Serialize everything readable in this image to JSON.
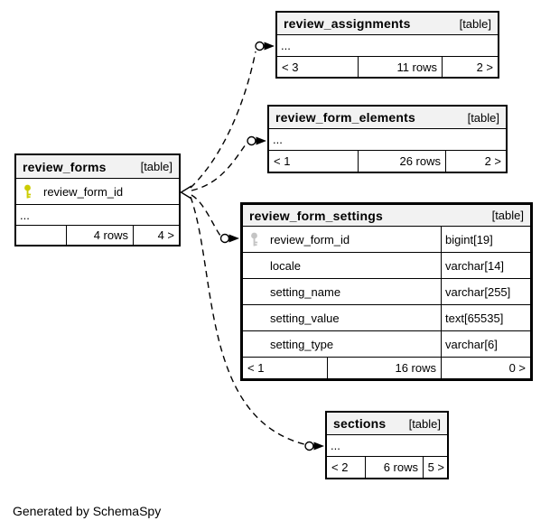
{
  "page": {
    "footer_note": "Generated by SchemaSpy"
  },
  "colors": {
    "background": "#ffffff",
    "border": "#000000",
    "header_bg": "#f2f2f2",
    "pk_key": "#cccc00",
    "fk_key": "#c4c4c4"
  },
  "icons": {
    "primary_key_icon": "key",
    "foreign_key_icon": "key"
  },
  "tables": {
    "review_assignments": {
      "name": "review_assignments",
      "kind": "[table]",
      "collapsed_columns": "...",
      "footer": {
        "parents": "< 3",
        "rows": "11 rows",
        "children": "2 >"
      }
    },
    "review_form_elements": {
      "name": "review_form_elements",
      "kind": "[table]",
      "collapsed_columns": "...",
      "footer": {
        "parents": "< 1",
        "rows": "26 rows",
        "children": "2 >"
      }
    },
    "review_forms": {
      "name": "review_forms",
      "kind": "[table]",
      "primary_key": "review_form_id",
      "collapsed_columns": "...",
      "footer": {
        "parents": "",
        "rows": "4 rows",
        "children": "4 >"
      }
    },
    "review_form_settings": {
      "name": "review_form_settings",
      "kind": "[table]",
      "columns": [
        {
          "name": "review_form_id",
          "type": "bigint[19]",
          "key": "primary"
        },
        {
          "name": "locale",
          "type": "varchar[14]",
          "key": ""
        },
        {
          "name": "setting_name",
          "type": "varchar[255]",
          "key": ""
        },
        {
          "name": "setting_value",
          "type": "text[65535]",
          "key": ""
        },
        {
          "name": "setting_type",
          "type": "varchar[6]",
          "key": ""
        }
      ],
      "footer": {
        "parents": "< 1",
        "rows": "16 rows",
        "children": "0 >"
      }
    },
    "sections": {
      "name": "sections",
      "kind": "[table]",
      "collapsed_columns": "...",
      "footer": {
        "parents": "< 2",
        "rows": "6 rows",
        "children": "5 >"
      }
    }
  },
  "relationships": [
    {
      "from": "review_forms",
      "to": "review_assignments"
    },
    {
      "from": "review_forms",
      "to": "review_form_elements"
    },
    {
      "from": "review_forms",
      "to": "review_form_settings"
    },
    {
      "from": "review_forms",
      "to": "sections"
    }
  ]
}
